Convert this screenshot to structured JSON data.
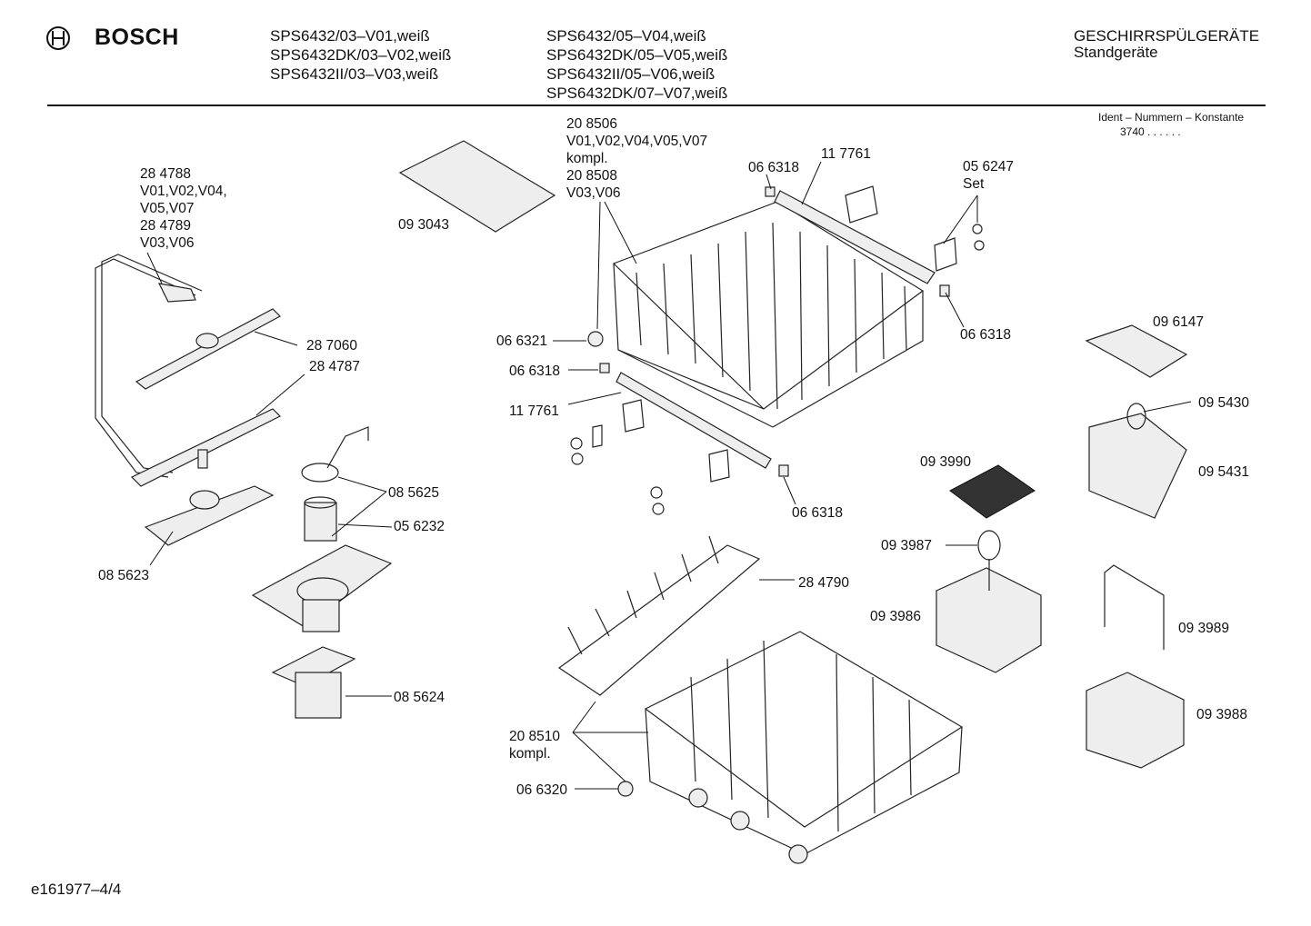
{
  "header": {
    "brand": "BOSCH",
    "models_col1": [
      "SPS6432/03–V01,weiß",
      "SPS6432DK/03–V02,weiß",
      "SPS6432II/03–V03,weiß"
    ],
    "models_col2": [
      "SPS6432/05–V04,weiß",
      "SPS6432DK/05–V05,weiß",
      "SPS6432II/05–V06,weiß",
      "SPS6432DK/07–V07,weiß"
    ],
    "category": "GESCHIRRSPÜLGERÄTE",
    "subcategory": "Standgeräte",
    "ident_title": "Ident – Nummern – Konstante",
    "ident_value": "3740 . .  . . . ."
  },
  "labels": {
    "l284788": "28 4788",
    "l284788_v1": "V01,V02,V04,",
    "l284788_v2": "V05,V07",
    "l284789": "28 4789",
    "l284789_v": "V03,V06",
    "l093043": "09 3043",
    "l208506": "20 8506",
    "l208506_v": "V01,V02,V04,V05,V07",
    "l_kompl1": "kompl.",
    "l208508": "20 8508",
    "l208508_v": "V03,V06",
    "l066318_a": "06 6318",
    "l117761_a": "11 7761",
    "l056247": "05 6247",
    "l_set": "Set",
    "l066318_b": "06 6318",
    "l066321": "06 6321",
    "l066318_c": "06 6318",
    "l117761_b": "11 7761",
    "l066318_d": "06 6318",
    "l287060": "28 7060",
    "l284787": "28 4787",
    "l085625": "08 5625",
    "l056232": "05 6232",
    "l085623": "08 5623",
    "l085624": "08 5624",
    "l096147": "09 6147",
    "l095430": "09 5430",
    "l095431": "09 5431",
    "l093990": "09 3990",
    "l093987": "09 3987",
    "l093986": "09 3986",
    "l093989": "09 3989",
    "l093988": "09 3988",
    "l284790": "28 4790",
    "l208510": "20 8510",
    "l_kompl2": "kompl.",
    "l066320": "06 6320"
  },
  "footer": {
    "doc_id": "e161977–4/4"
  },
  "icons": {
    "brand_logo": "bosch-armature-icon"
  }
}
